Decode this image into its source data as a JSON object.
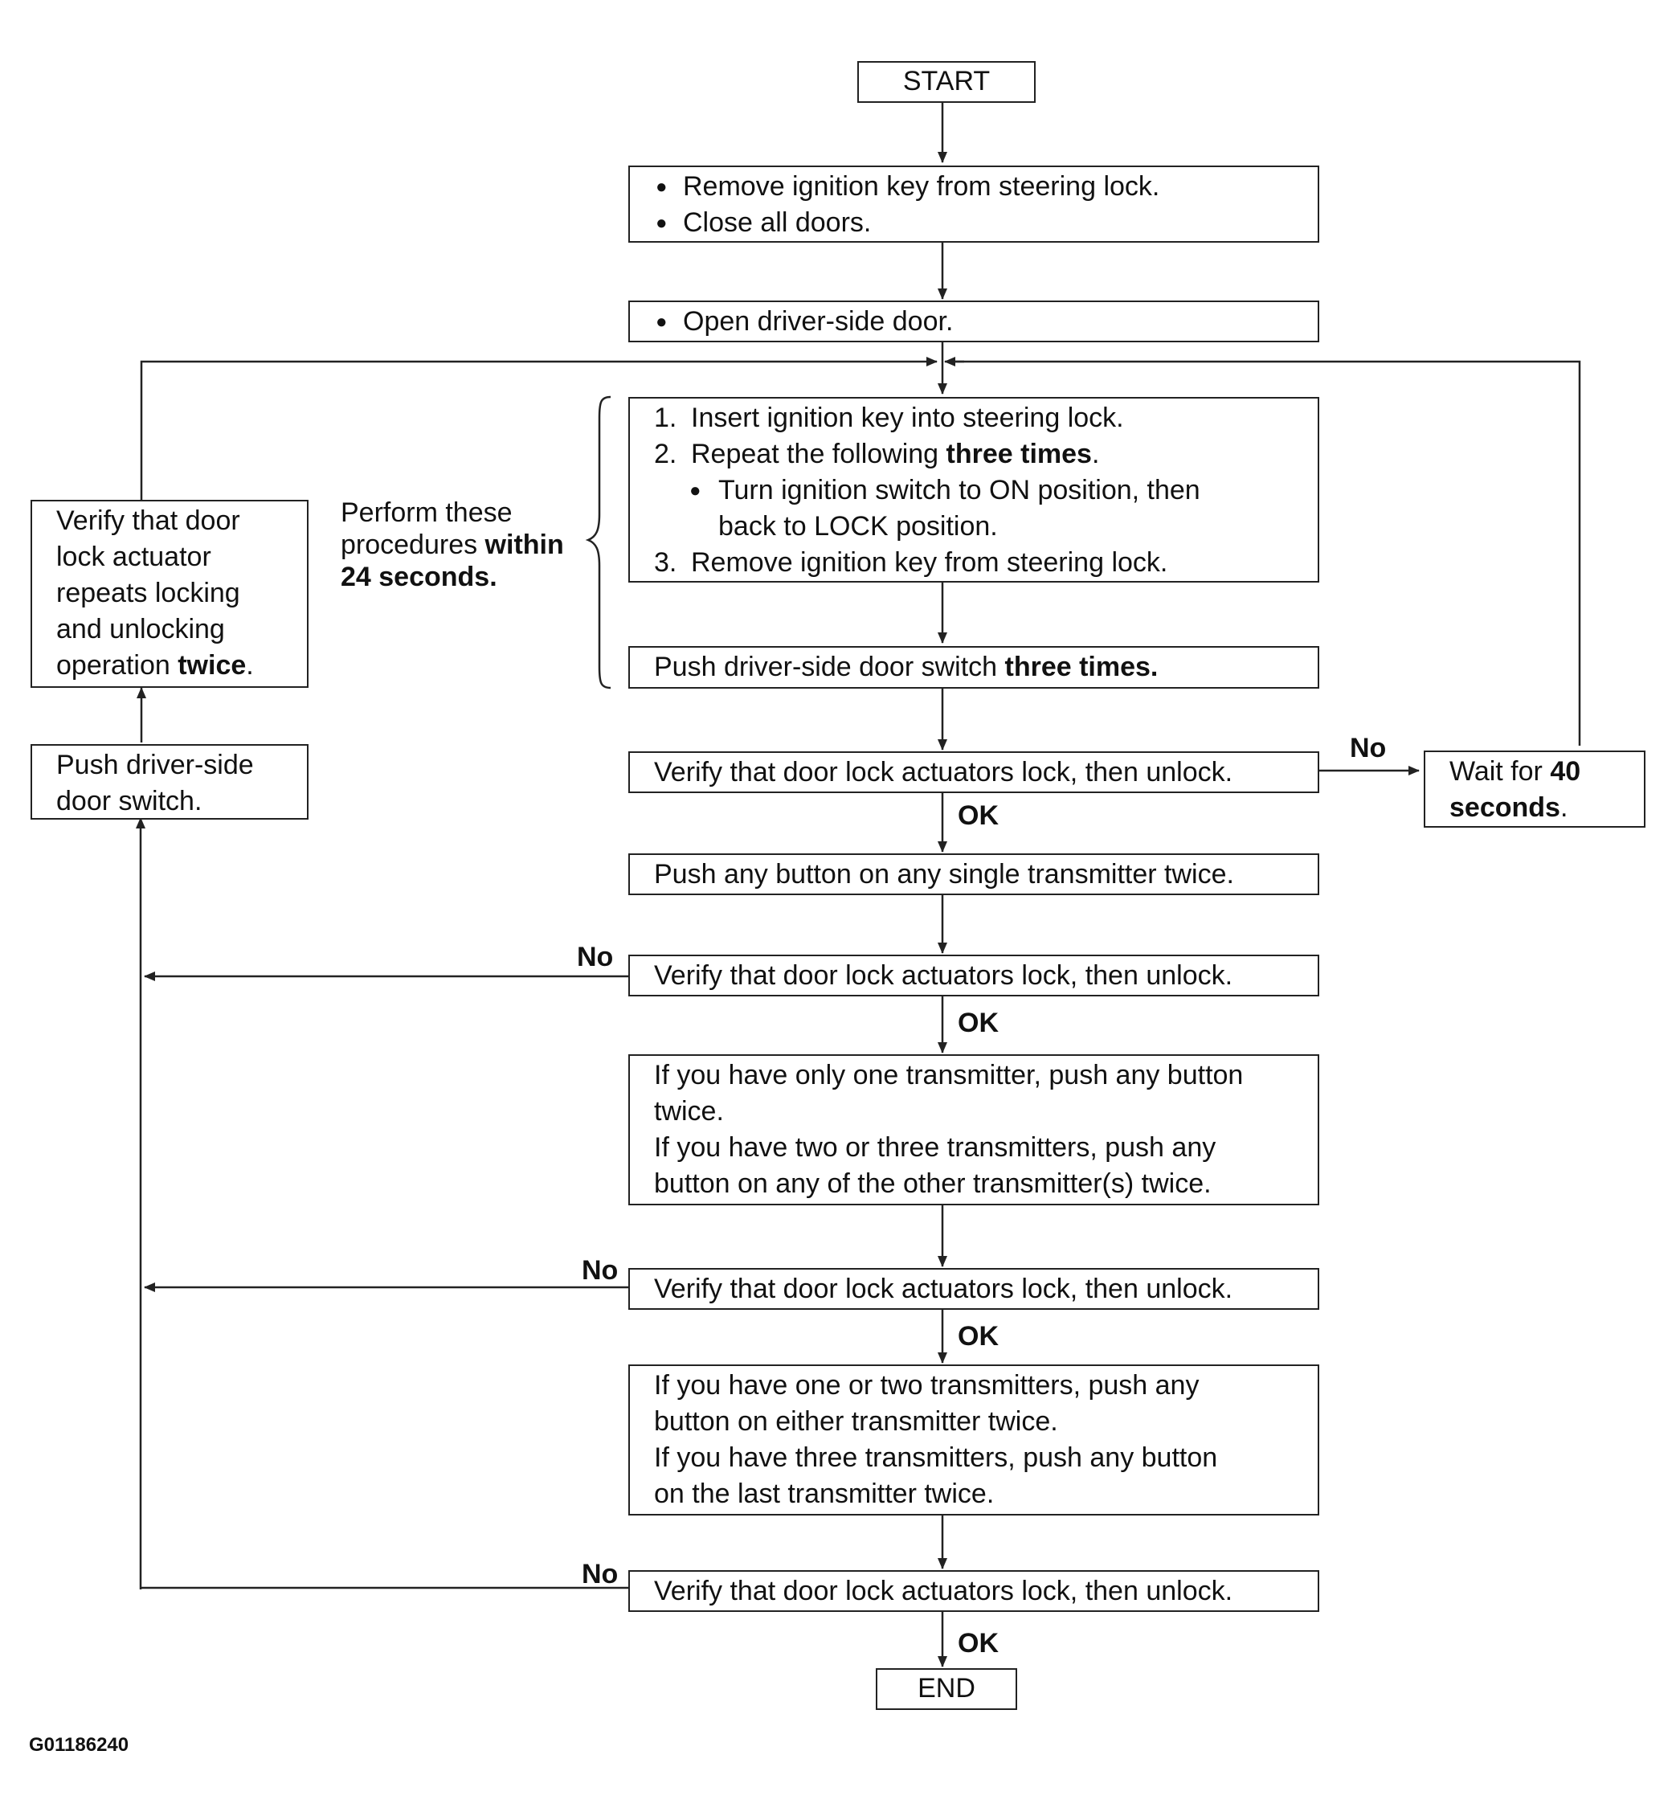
{
  "start": "START",
  "end": "END",
  "step1": [
    "Remove ignition key from steering lock.",
    "Close all doors."
  ],
  "step2": "Open driver-side door.",
  "step3": {
    "item1": "Insert ignition key into steering lock.",
    "item2_pre": "Repeat the following ",
    "item2_bold": "three times",
    "item2_post": ".",
    "sub_line1": "Turn ignition switch to ON position, then",
    "sub_line2": "back to LOCK position.",
    "item3": "Remove ignition key from steering lock.",
    "n1": "1.",
    "n2": "2.",
    "n3": "3."
  },
  "step4": {
    "pre": "Push driver-side door switch ",
    "bold": "three times."
  },
  "verify1": "Verify that door lock actuators lock, then unlock.",
  "step5": "Push any button on any single transmitter twice.",
  "verify2": "Verify that door lock actuators lock, then unlock.",
  "step6": {
    "line1": "If you have only one transmitter, push any button",
    "line2": "twice.",
    "line3": "If you have two or three transmitters, push any",
    "line4": "button on any of the other transmitter(s) twice."
  },
  "verify3": "Verify that door lock actuators lock, then unlock.",
  "step7": {
    "line1": "If you have one or two transmitters, push any",
    "line2": "button on either transmitter twice.",
    "line3": "If you have three transmitters, push any button",
    "line4": "on the last transmitter twice."
  },
  "verify4": "Verify that door lock actuators lock, then unlock.",
  "wait": {
    "pre": "Wait for ",
    "bold1": "40",
    "bold2": "seconds",
    "post": "."
  },
  "left_top": {
    "line1": "Verify that door",
    "line2": "lock actuator",
    "line3": "repeats locking",
    "line4": "and unlocking",
    "line5_pre": "operation ",
    "line5_bold": "twice",
    "line5_post": "."
  },
  "left_bottom": {
    "line1": "Push driver-side",
    "line2": "door switch."
  },
  "note": {
    "line1": "Perform these",
    "line2_pre": "procedures ",
    "line2_bold": "within",
    "line3": "24 seconds."
  },
  "labels": {
    "ok": "OK",
    "no": "No"
  },
  "figure_code": "G01186240"
}
